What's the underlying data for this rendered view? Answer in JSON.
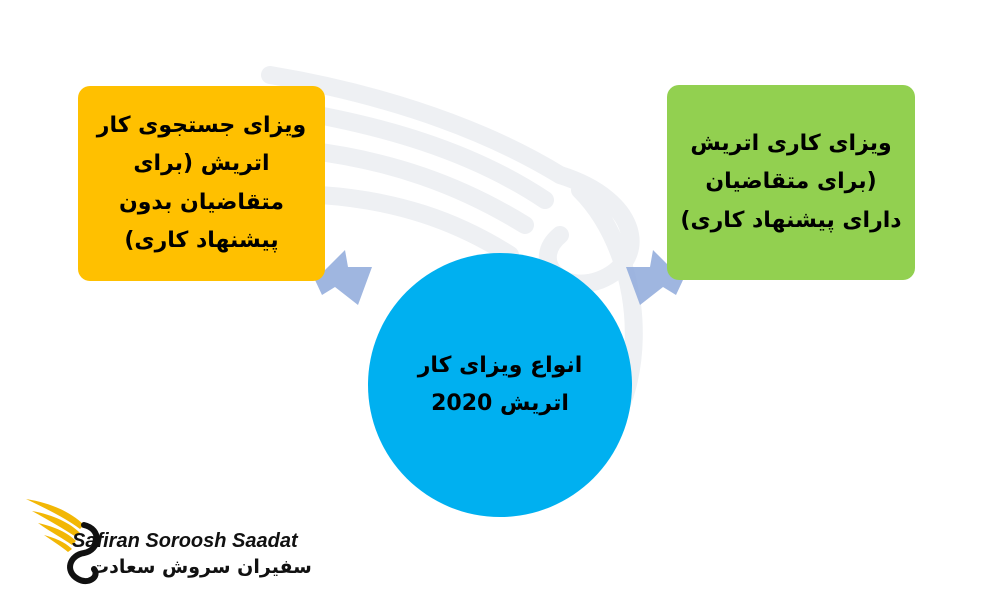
{
  "diagram": {
    "left_box": {
      "text": "ویزای جستجوی کار اتریش (برای متقاضیان بدون پیشنهاد کاری)",
      "color": "#ffc000"
    },
    "right_box": {
      "text": "ویزای کاری اتریش (برای متقاضیان دارای پیشنهاد کاری)",
      "color": "#92d050"
    },
    "center_circle": {
      "text": "انواع ویزای کار اتریش 2020",
      "color": "#00b0f0"
    },
    "arrow_color": "#8ea9db"
  },
  "logo": {
    "name_en": "Safiran Soroosh Saadat",
    "name_fa": "سفیران سروش سعادت"
  }
}
